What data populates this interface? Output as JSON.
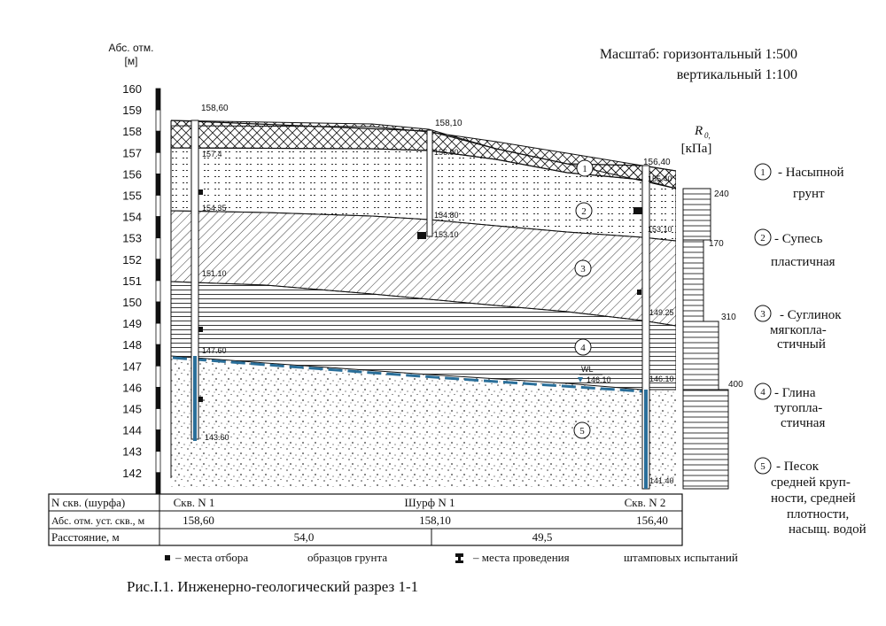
{
  "scale": {
    "line1": "Масштаб: горизонтальный 1:500",
    "line2": "вертикальный 1:100"
  },
  "axis": {
    "label_line1": "Абс. отм.",
    "label_line2": "[м]",
    "ticks": [
      "160",
      "159",
      "158",
      "157",
      "156",
      "155",
      "154",
      "153",
      "152",
      "151",
      "150",
      "149",
      "148",
      "147",
      "146",
      "145",
      "144",
      "143",
      "142"
    ]
  },
  "r0": {
    "label": "R",
    "label_sub": "0,",
    "unit": "[кПа]",
    "values": [
      "240",
      "170",
      "310",
      "400"
    ]
  },
  "boreholes": [
    {
      "name": "Скв. N 1",
      "top": "158,60",
      "top_label": "158,60",
      "marks": [
        "157.4",
        "154.35",
        "151.10",
        "147.60",
        "143.60"
      ]
    },
    {
      "name": "Шурф N 1",
      "top": "158,10",
      "top_label": "158,10",
      "marks": [
        "156.90",
        "154.80",
        "153.10"
      ]
    },
    {
      "name": "Скв. N 2",
      "top": "156,40",
      "top_label": "156,40",
      "marks": [
        "155.40",
        "153.10",
        "149.25",
        "146.10",
        "141.40"
      ]
    }
  ],
  "water_level": {
    "label": "WL",
    "value": "146.10"
  },
  "layer_numbers": [
    "1",
    "2",
    "3",
    "4",
    "5"
  ],
  "legend": [
    {
      "num": "1",
      "lines": [
        "- Насыпной",
        "грунт"
      ]
    },
    {
      "num": "2",
      "lines": [
        "- Супесь",
        "пластичная"
      ]
    },
    {
      "num": "3",
      "lines": [
        "- Суглинок",
        "мягкопла-",
        "стичный"
      ]
    },
    {
      "num": "4",
      "lines": [
        "- Глина",
        "тугопла-",
        "стичная"
      ]
    },
    {
      "num": "5",
      "lines": [
        "- Песок",
        "средней круп-",
        "ности, средней",
        "плотности,",
        "насыщ. водой"
      ]
    }
  ],
  "table": {
    "row1_label": "N скв. (шурфа)",
    "row2_label": "Абс. отм. уст. скв., м",
    "row3_label": "Расстояние, м",
    "distances": [
      "54,0",
      "49,5"
    ]
  },
  "symbols": {
    "sampling": "– места отбора",
    "sampling2": "образцов грунта",
    "stamp": "– места проведения",
    "stamp2": "штамповых испытаний"
  },
  "caption": "Рис.I.1. Инженерно-геологический разрез 1-1"
}
